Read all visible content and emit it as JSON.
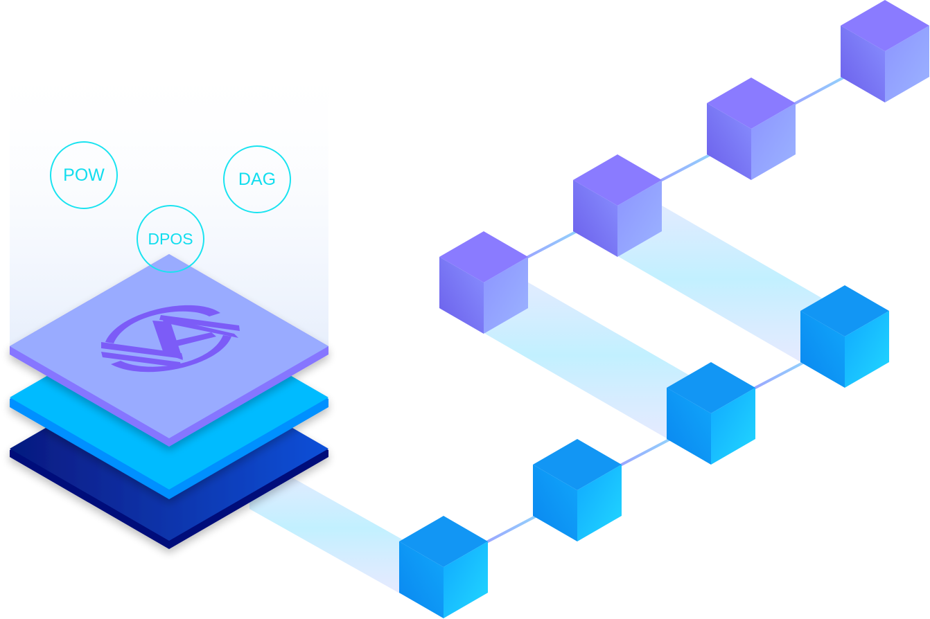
{
  "consensus": {
    "items": [
      {
        "label": "POW"
      },
      {
        "label": "DAG"
      },
      {
        "label": "DPOS"
      }
    ]
  },
  "chain": {
    "blue_blocks": 4,
    "purple_blocks": 4
  },
  "colors": {
    "badge_stroke": "#19E3F0",
    "badge_text": "#12DDEE",
    "purple_top": "#8A7BFF",
    "purple_left": "#7469F2",
    "purple_right": "#93A6FF",
    "blue_top": "#1296F4",
    "blue_left": "#0B8CF2",
    "blue_right": "#1FD0FF",
    "layer_top": "#99ABFF",
    "layer_top_edge": "#8676FF",
    "layer_mid": "#00BBFF",
    "layer_mid_edge": "#0590FF",
    "layer_bottom": "#0C3FC6",
    "layer_bottom_edge": "#050F7A",
    "logo": "#7B5CF7",
    "link": "#8FD3F7"
  },
  "icons": {
    "logo": "consensus-logo-icon"
  }
}
